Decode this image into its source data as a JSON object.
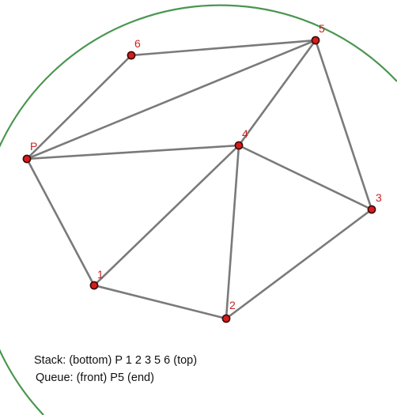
{
  "colors": {
    "node_fill": "#d91c1c",
    "node_label": "#cc2222",
    "edge": "#7a7a7a",
    "circle": "#4a9650"
  },
  "nodes": [
    {
      "id": "P",
      "label": "P"
    },
    {
      "id": "1",
      "label": "1"
    },
    {
      "id": "2",
      "label": "2"
    },
    {
      "id": "3",
      "label": "3"
    },
    {
      "id": "4",
      "label": "4"
    },
    {
      "id": "5",
      "label": "5"
    },
    {
      "id": "6",
      "label": "6"
    }
  ],
  "edges": [
    [
      "P",
      "6"
    ],
    [
      "P",
      "5"
    ],
    [
      "P",
      "4"
    ],
    [
      "P",
      "1"
    ],
    [
      "6",
      "5"
    ],
    [
      "5",
      "4"
    ],
    [
      "5",
      "3"
    ],
    [
      "4",
      "1"
    ],
    [
      "4",
      "2"
    ],
    [
      "4",
      "3"
    ],
    [
      "1",
      "2"
    ],
    [
      "2",
      "3"
    ]
  ],
  "status": {
    "stack": "Stack: (bottom) P 1 2 3 5 6 (top)",
    "queue": "Queue: (front) P5 (end)"
  }
}
